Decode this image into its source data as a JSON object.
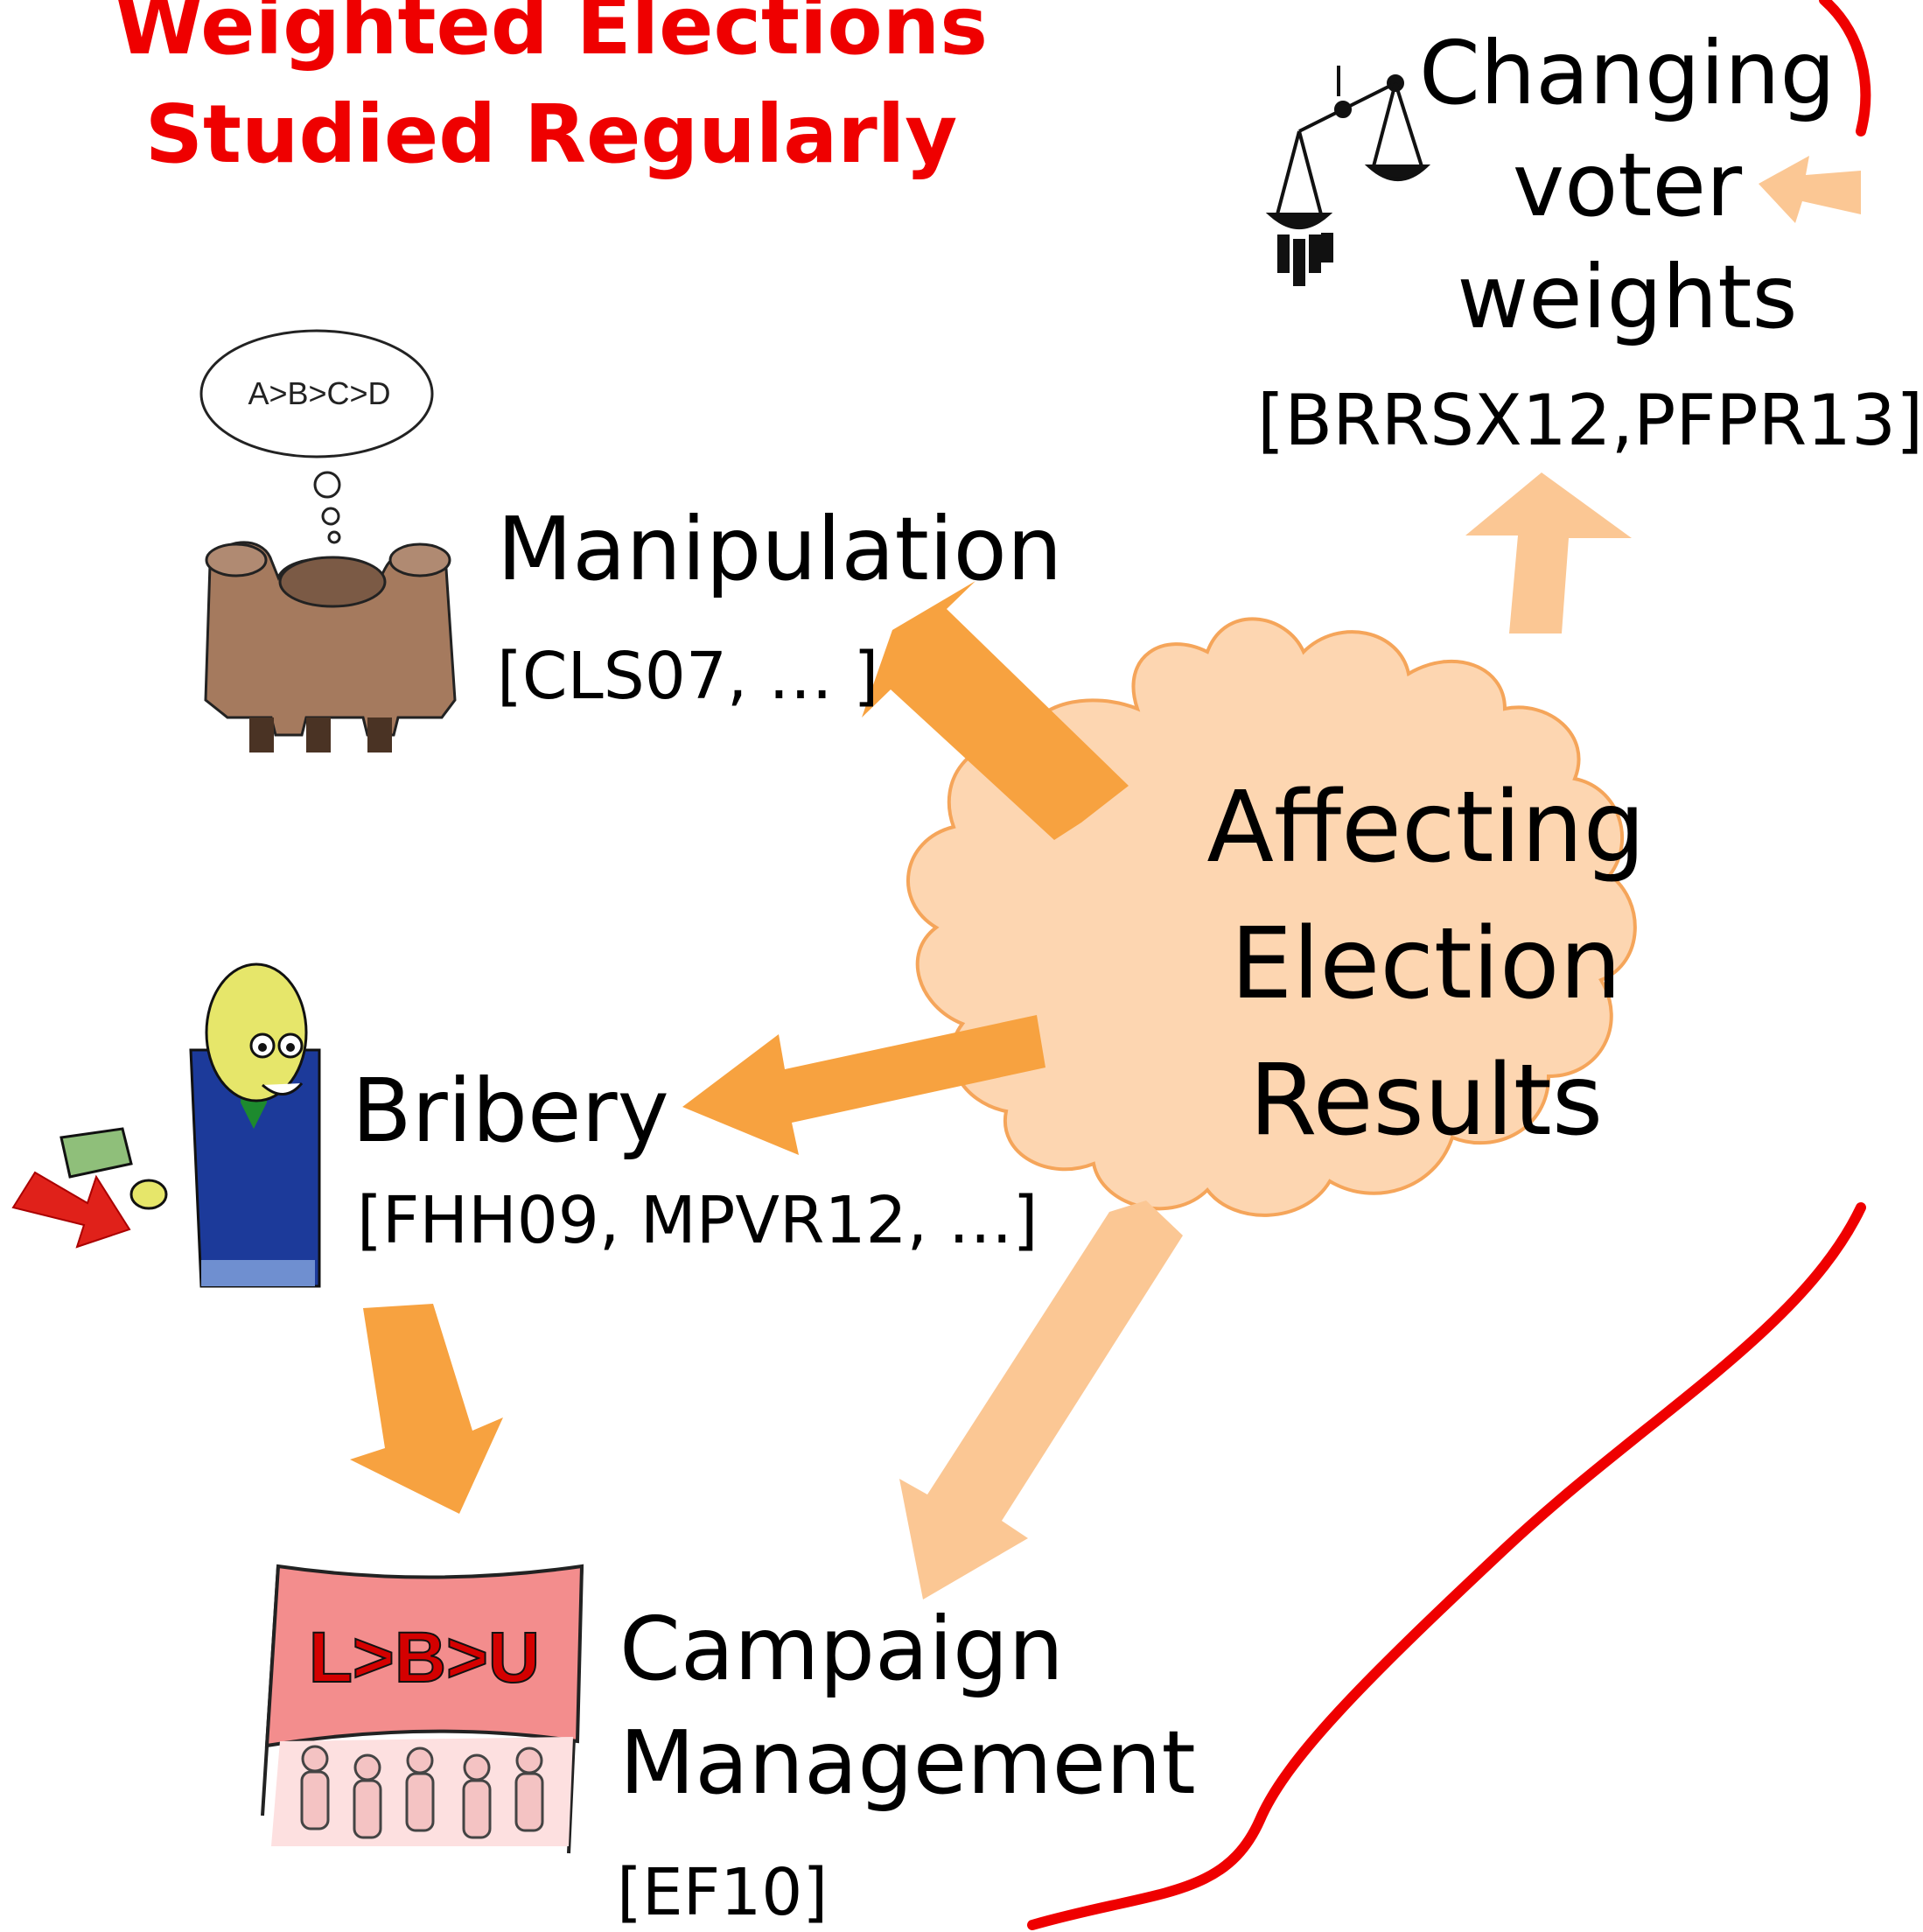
{
  "title": {
    "line1": "Weighted Elections",
    "line2": "Studied Regularly"
  },
  "center_node": {
    "line1": "Affecting",
    "line2": "Election",
    "line3": "Results"
  },
  "nodes": {
    "manipulation": {
      "label": "Manipulation",
      "ref": "[CLS07, … ]"
    },
    "bribery": {
      "label": "Bribery",
      "ref": "[FHH09, MPVR12, …]"
    },
    "campaign": {
      "line1": "Campaign",
      "line2": "Management",
      "ref": "[EF10]"
    },
    "weights": {
      "line1": "Changing",
      "line2": "voter",
      "line3": "weights",
      "ref": "[BRRSX12,PFPR13]"
    }
  },
  "illustrations": {
    "thought_bubble": "A>B>C>D",
    "banner": "L>B>U"
  },
  "colors": {
    "title": "#ef0000",
    "boundary": "#ef0000",
    "arrow_dark": "#f7a240",
    "arrow_light": "#fbc794",
    "cloud_fill": "#fdd6b1",
    "cloud_stroke": "#f5a55a"
  }
}
